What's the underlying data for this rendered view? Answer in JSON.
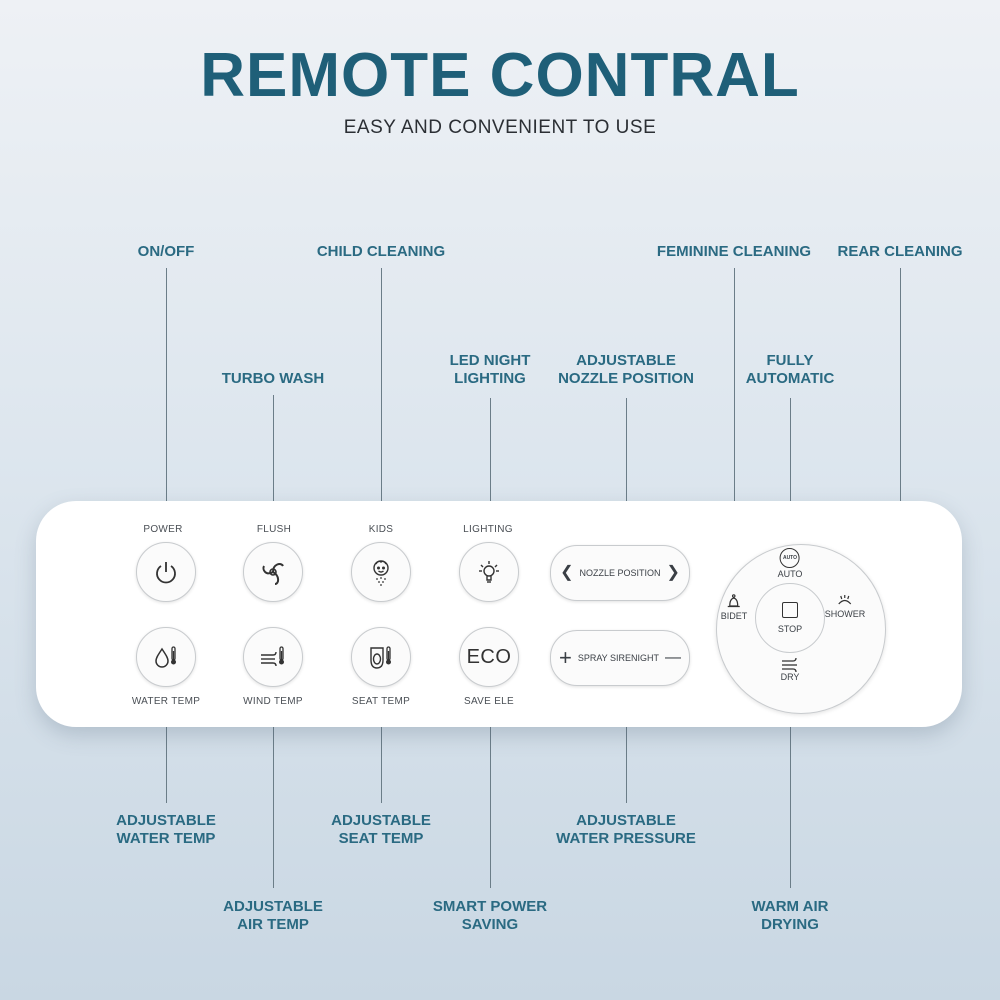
{
  "title": "REMOTE CONTRAL",
  "subtitle": "EASY AND CONVENIENT TO USE",
  "callouts": {
    "on_off": "ON/OFF",
    "child_cleaning": "CHILD CLEANING",
    "feminine_cleaning": "FEMININE CLEANING",
    "rear_cleaning": "REAR CLEANING",
    "turbo_wash": "TURBO WASH",
    "led_night_lighting": [
      "LED NIGHT",
      "LIGHTING"
    ],
    "adjustable_nozzle_position": [
      "ADJUSTABLE",
      "NOZZLE POSITION"
    ],
    "fully_automatic": [
      "FULLY",
      "AUTOMATIC"
    ],
    "adjustable_water_temp": [
      "ADJUSTABLE",
      "WATER TEMP"
    ],
    "adjustable_seat_temp": [
      "ADJUSTABLE",
      "SEAT TEMP"
    ],
    "adjustable_water_pressure": [
      "ADJUSTABLE",
      "WATER PRESSURE"
    ],
    "adjustable_air_temp": [
      "ADJUSTABLE",
      "AIR TEMP"
    ],
    "smart_power_saving": [
      "SMART POWER",
      "SAVING"
    ],
    "warm_air_drying": [
      "WARM AIR",
      "DRYING"
    ]
  },
  "remote": {
    "top_row": [
      {
        "label": "POWER",
        "icon": "power-icon"
      },
      {
        "label": "FLUSH",
        "icon": "swirl-icon"
      },
      {
        "label": "KIDS",
        "icon": "child-icon"
      },
      {
        "label": "LIGHTING",
        "icon": "lightbulb-icon"
      }
    ],
    "bottom_row": [
      {
        "label": "WATER TEMP",
        "icon": "water-drop-thermometer-icon"
      },
      {
        "label": "WIND TEMP",
        "icon": "wind-thermometer-icon"
      },
      {
        "label": "SEAT TEMP",
        "icon": "seat-thermometer-icon"
      },
      {
        "label": "SAVE ELE",
        "icon": "eco-icon",
        "text": "ECO"
      }
    ],
    "nozzle_position": {
      "label": "NOZZLE POSITION",
      "left": "❮",
      "right": "❯"
    },
    "spray": {
      "label": "SPRAY SIRENIGHT",
      "minus": "—",
      "plus": "+"
    },
    "dial": {
      "auto_badge": "AUTO",
      "auto": "AUTO",
      "bidet": "BIDET",
      "stop": "STOP",
      "shower": "SHOWER",
      "dry": "DRY"
    }
  }
}
